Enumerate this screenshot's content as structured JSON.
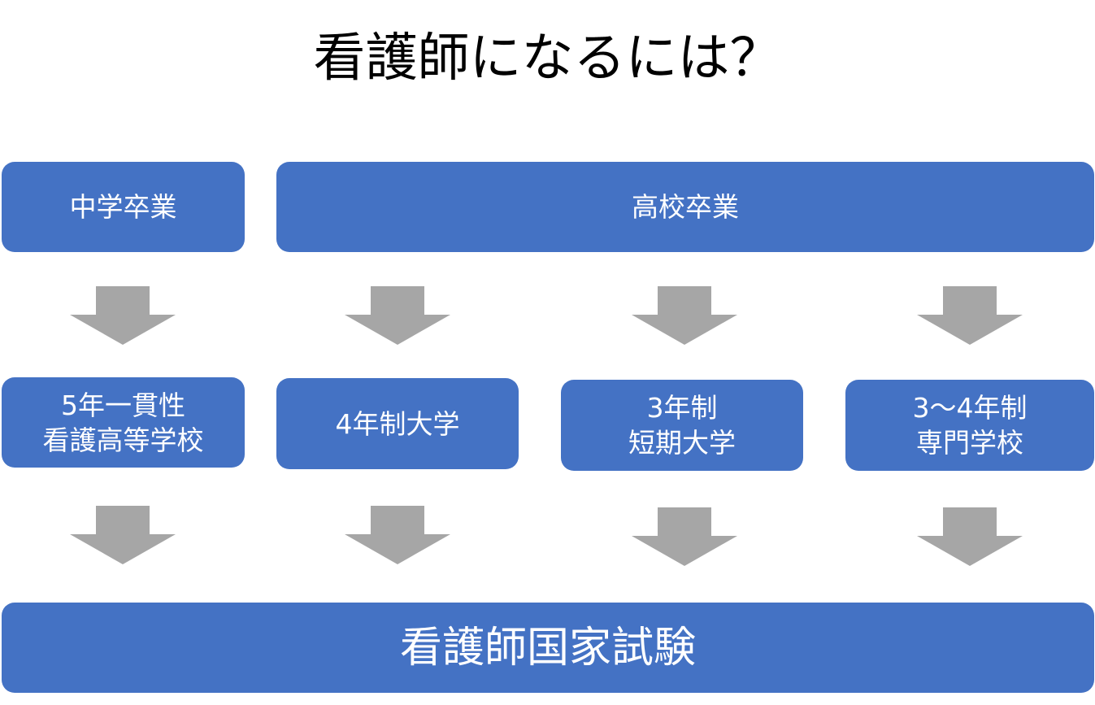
{
  "title": "看護師になるには？",
  "nodes": {
    "junior_high": {
      "lines": [
        "中学卒業"
      ]
    },
    "high_school": {
      "lines": [
        "高校卒業"
      ]
    },
    "five_year": {
      "lines": [
        "5年一貫性",
        "看護高等学校"
      ]
    },
    "university": {
      "lines": [
        "4年制大学"
      ]
    },
    "junior_college": {
      "lines": [
        "3年制",
        "短期大学"
      ]
    },
    "vocational": {
      "lines": [
        "3～4年制",
        "専門学校"
      ]
    },
    "exam": {
      "lines": [
        "看護師国家試験"
      ]
    }
  },
  "colors": {
    "box_fill": "#4472c4",
    "box_text": "#ffffff",
    "arrow_fill": "#a6a6a6",
    "title_text": "#000000"
  },
  "icons": {
    "flow_arrow": "down-arrow-icon"
  }
}
